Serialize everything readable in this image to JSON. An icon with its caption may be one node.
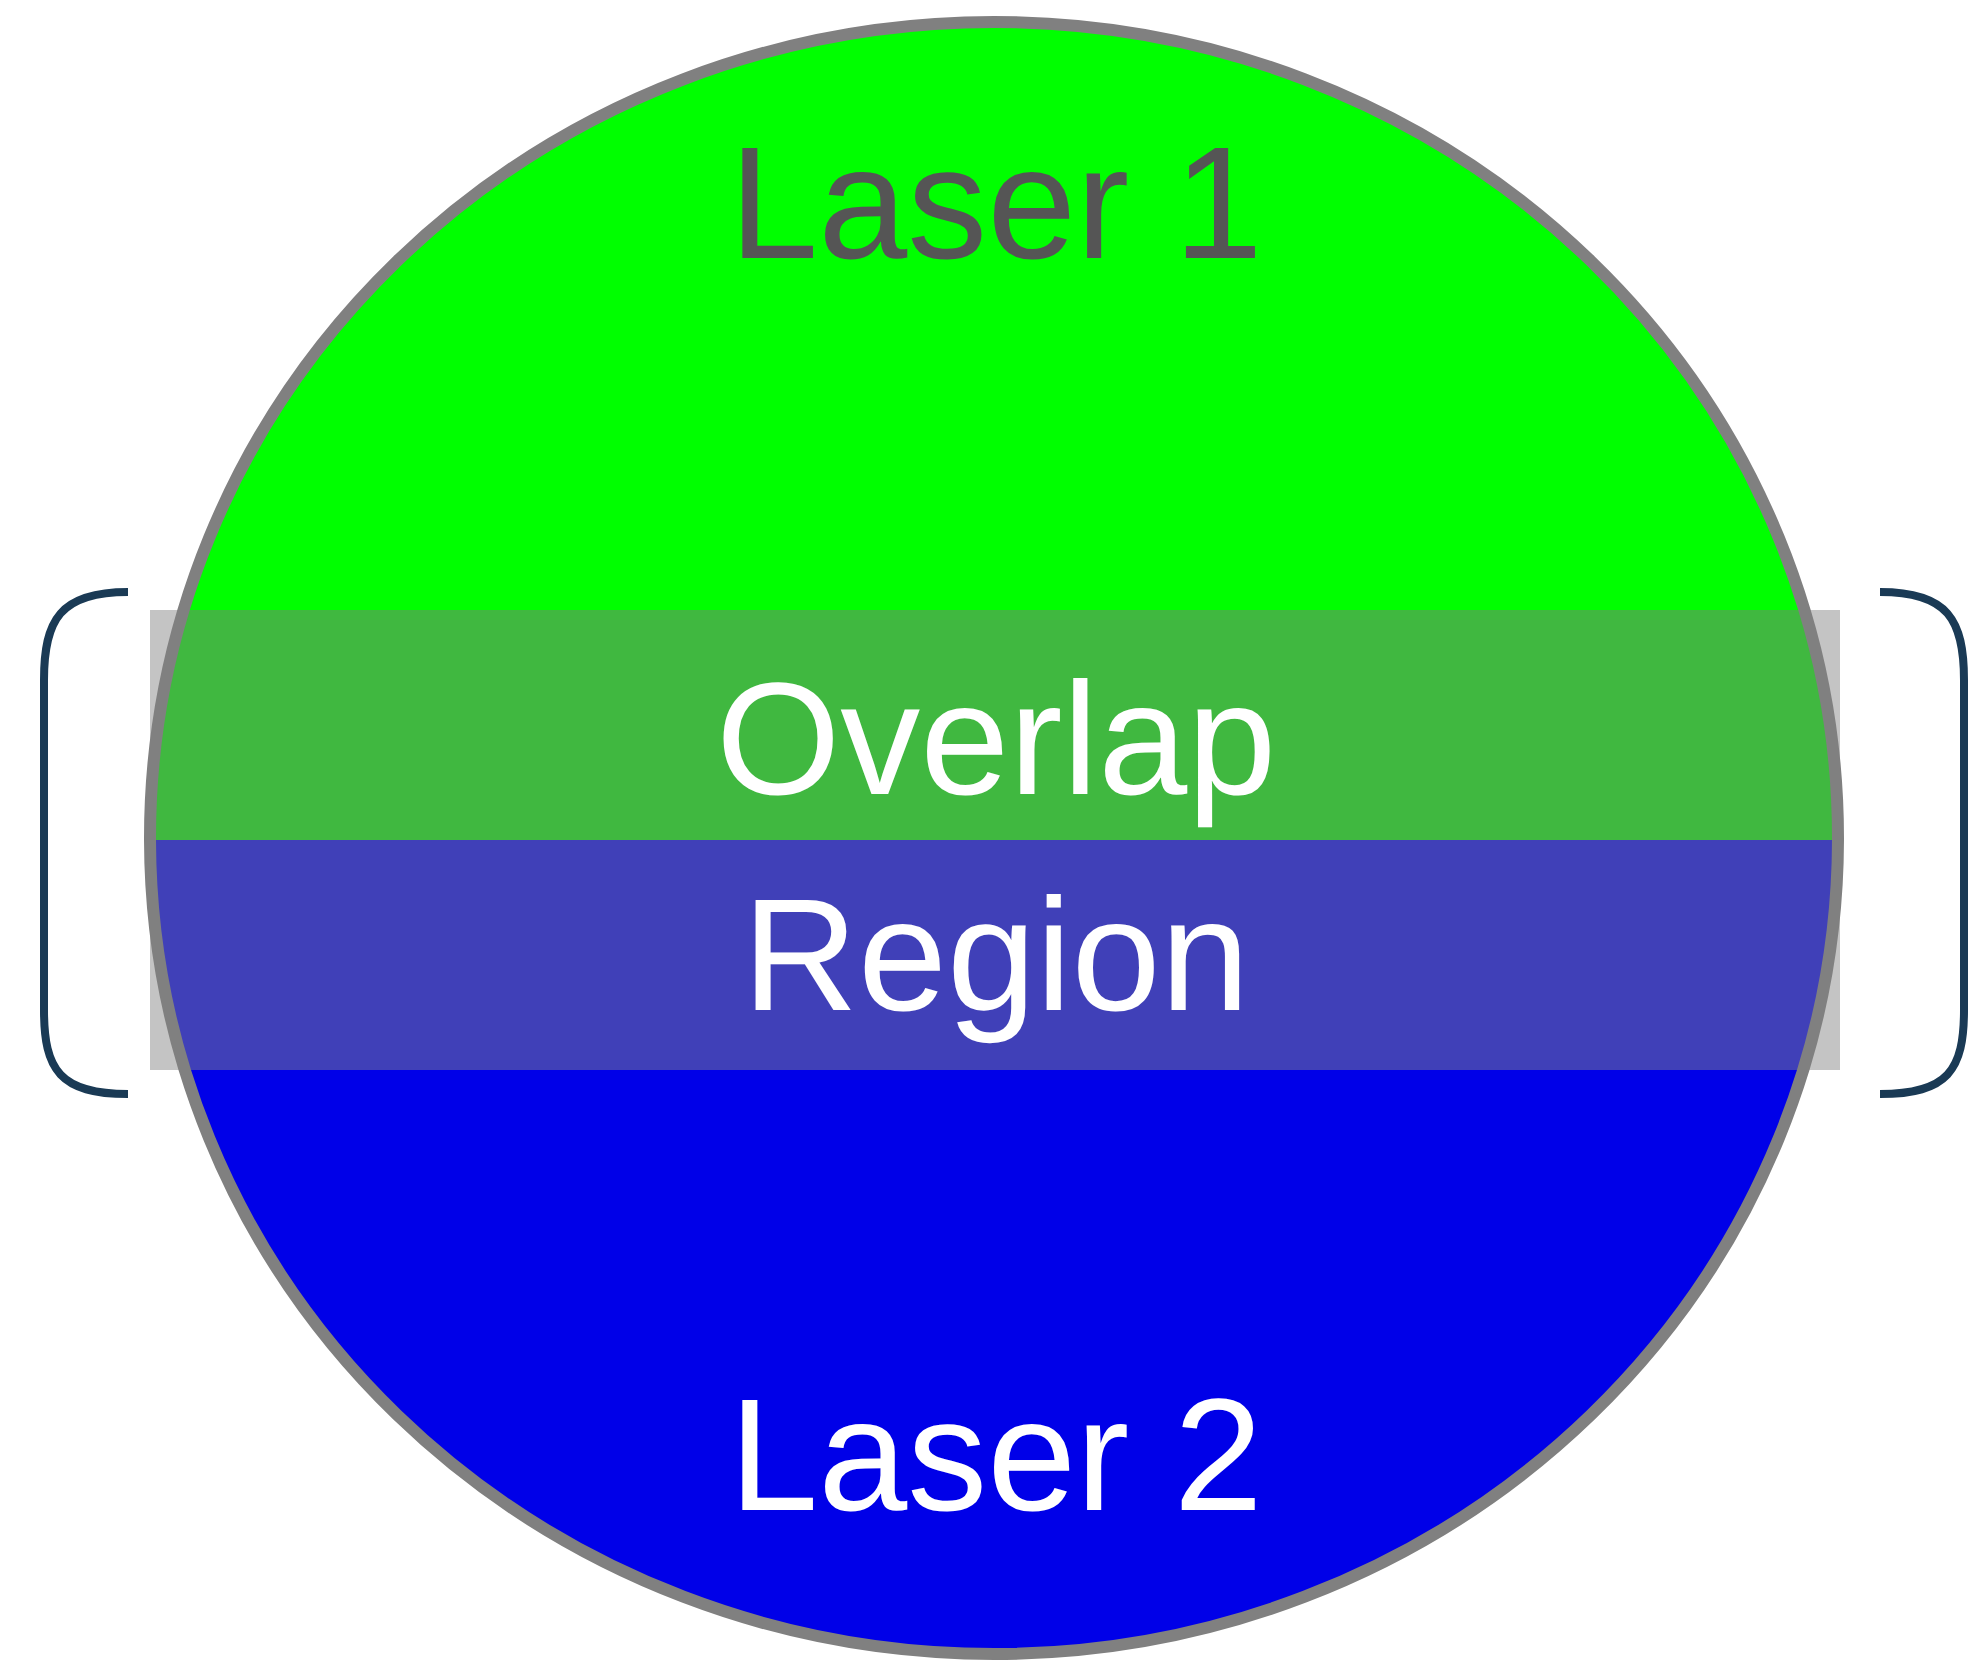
{
  "diagram": {
    "nodes": [
      {
        "text": [
          "Laser 1"
        ]
      },
      {
        "text": [
          "Overlap"
        ]
      },
      {
        "text": [
          "Region"
        ]
      },
      {
        "text": [
          "Laser 2"
        ]
      }
    ]
  }
}
